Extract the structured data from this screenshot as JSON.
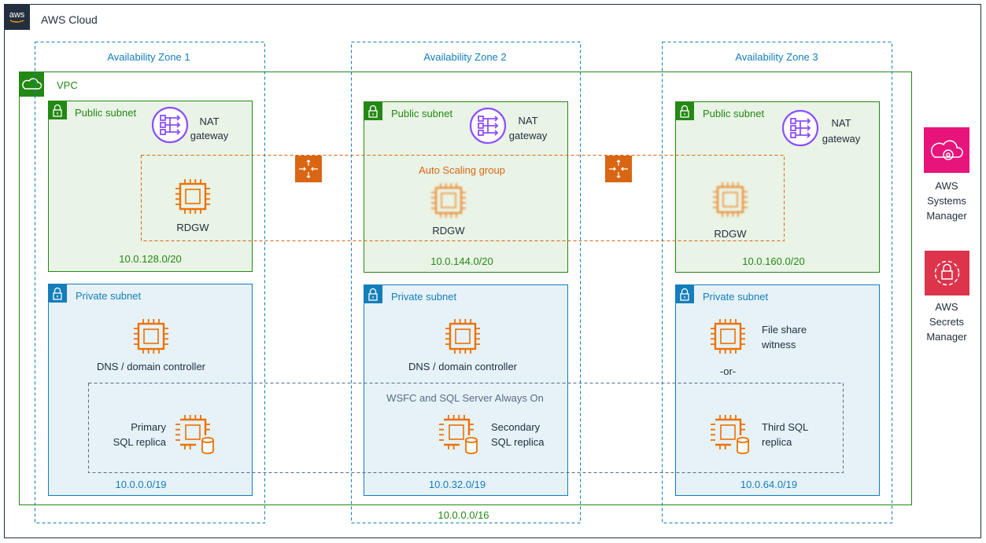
{
  "cloud": {
    "logo_text": "aws",
    "label": "AWS Cloud"
  },
  "availability_zones": [
    {
      "label": "Availability Zone 1"
    },
    {
      "label": "Availability Zone 2"
    },
    {
      "label": "Availability Zone 3"
    }
  ],
  "vpc": {
    "label": "VPC",
    "cidr": "10.0.0.0/16"
  },
  "public_subnets": [
    {
      "label": "Public subnet",
      "nat_line1": "NAT",
      "nat_line2": "gateway",
      "rdgw": "RDGW",
      "cidr": "10.0.128.0/20"
    },
    {
      "label": "Public subnet",
      "nat_line1": "NAT",
      "nat_line2": "gateway",
      "rdgw": "RDGW",
      "cidr": "10.0.144.0/20"
    },
    {
      "label": "Public subnet",
      "nat_line1": "NAT",
      "nat_line2": "gateway",
      "rdgw": "RDGW",
      "cidr": "10.0.160.0/20"
    }
  ],
  "auto_scaling_group": {
    "label": "Auto Scaling group"
  },
  "private_subnets": [
    {
      "label": "Private subnet",
      "dns": "DNS / domain controller",
      "sql_line1": "Primary",
      "sql_line2": "SQL replica",
      "cidr": "10.0.0.0/19"
    },
    {
      "label": "Private subnet",
      "dns": "DNS / domain controller",
      "sql_line1": "Secondary",
      "sql_line2": "SQL replica",
      "cidr": "10.0.32.0/19"
    },
    {
      "label": "Private subnet",
      "witness_line1": "File share",
      "witness_line2": "witness",
      "or": "-or-",
      "sql_line1": "Third SQL",
      "sql_line2": "replica",
      "cidr": "10.0.64.0/19"
    }
  ],
  "wsfc": {
    "label": "WSFC and SQL Server Always On"
  },
  "services": [
    {
      "line1": "AWS",
      "line2": "Systems",
      "line3": "Manager",
      "icon": "systems-manager-icon"
    },
    {
      "line1": "AWS",
      "line2": "Secrets",
      "line3": "Manager",
      "icon": "secrets-manager-icon"
    }
  ],
  "colors": {
    "aws_dark": "#232f3e",
    "vpc_green": "#248814",
    "public_fill": "#e9f3e6",
    "private_fill": "#e6f2f8",
    "az_blue": "#147eba",
    "compute_orange": "#ed7100",
    "asg_orange": "#d86613",
    "nat_purple": "#8c4fff",
    "systems_pink": "#e7157b",
    "secrets_red": "#dd344c",
    "wsfc_gray": "#5a6b86"
  }
}
